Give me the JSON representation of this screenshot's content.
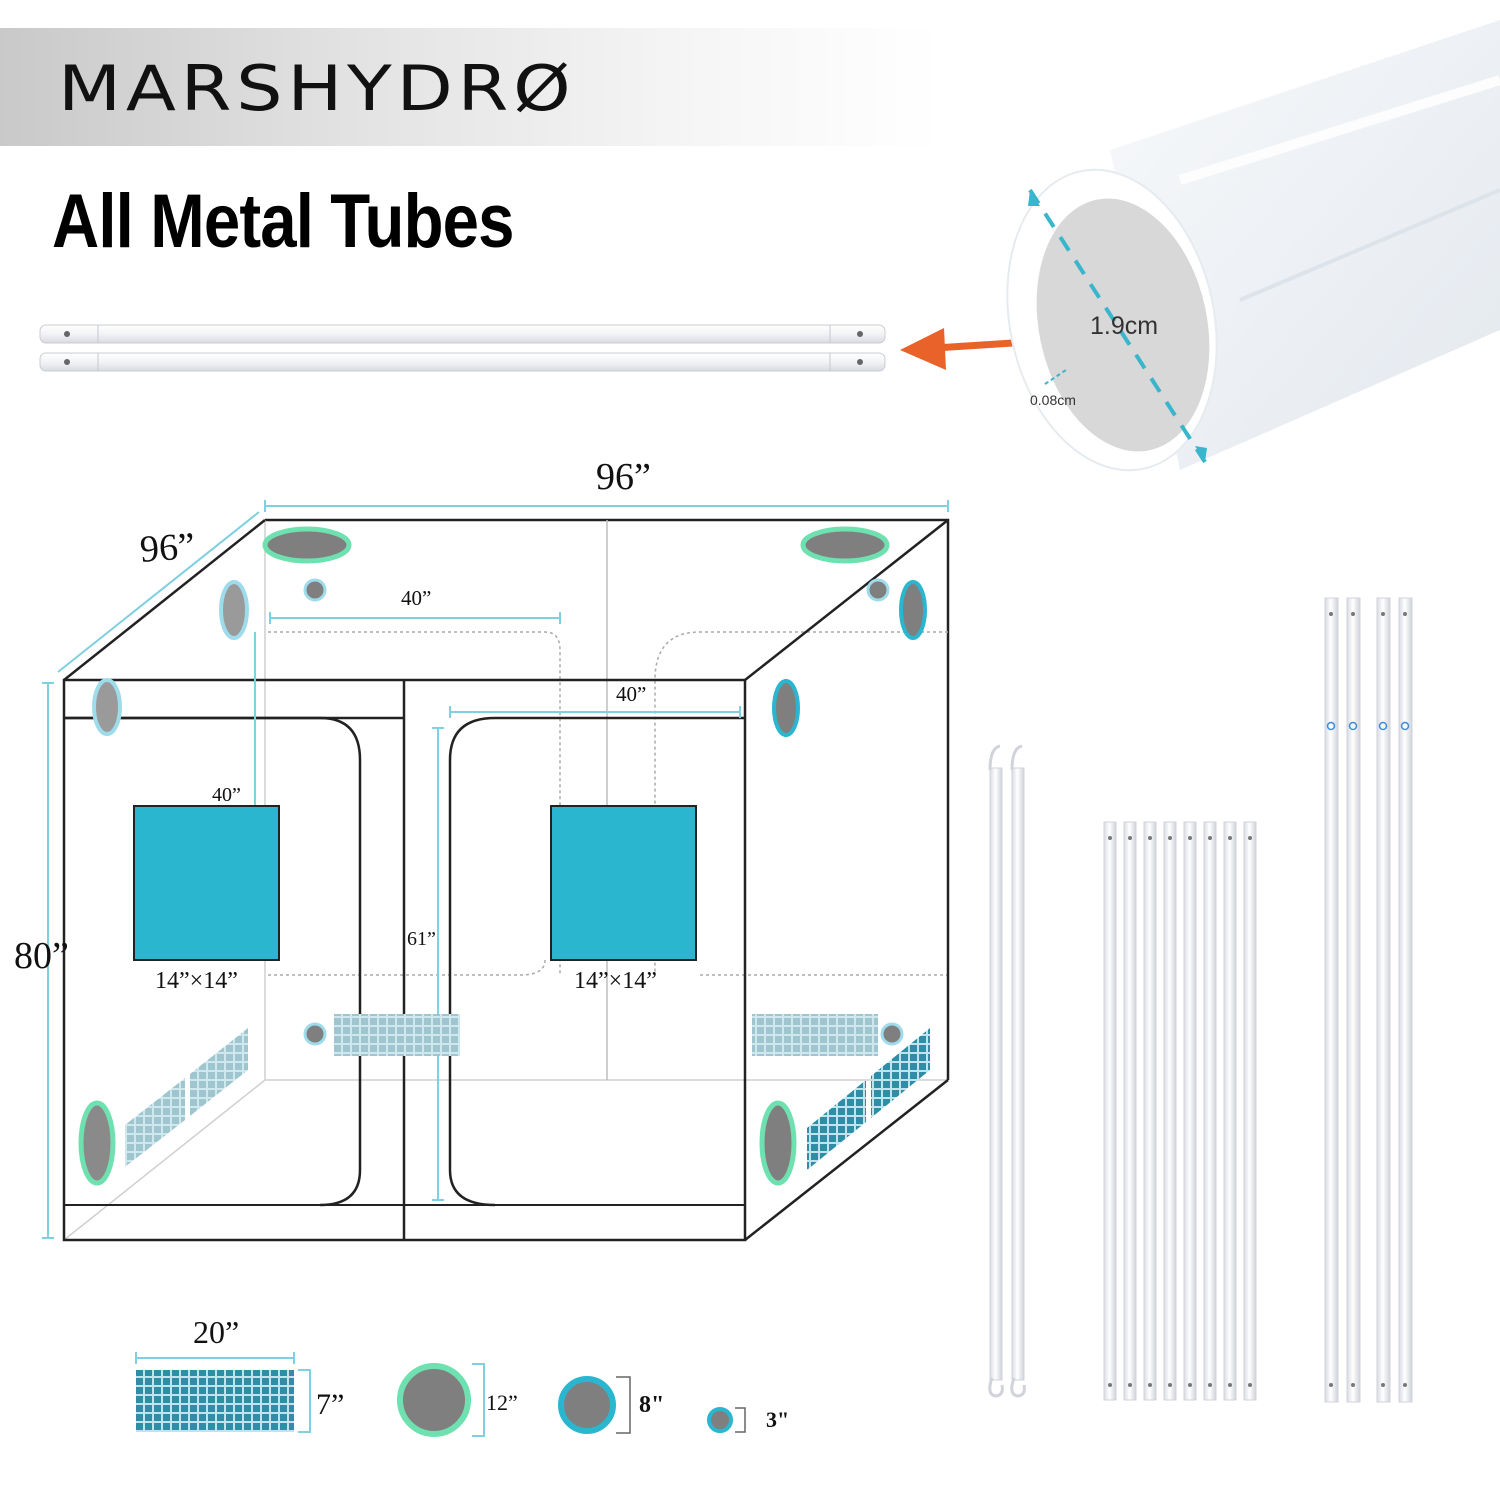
{
  "brand": {
    "name": "MARSHYDRØ"
  },
  "headline": "All Metal Tubes",
  "tube_callout": {
    "diameter": "1.9cm",
    "wall_thickness": "0.08cm"
  },
  "tent": {
    "width": "96”",
    "depth": "96”",
    "height": "80”",
    "top_span": "40”",
    "right_span": "40”",
    "left_offset": "40”",
    "door_height": "61”",
    "window_left": "14”×14”",
    "window_right": "14”×14”"
  },
  "legend": {
    "vent_width": "20”",
    "vent_height": "7”",
    "port_large": "12”",
    "port_medium": "8\"",
    "port_small": "3\""
  },
  "colors": {
    "accent_cyan": "#2bb6d0",
    "accent_green": "#6fe0b0",
    "arrow_orange": "#e8622a",
    "port_gray": "#7f7f7f",
    "outline": "#222222"
  },
  "icons": [
    "tube-pair-icon",
    "tube-cross-section-icon",
    "arrow-left-icon",
    "grow-tent-icon",
    "vent-mesh-icon",
    "duct-port-icon",
    "pole-set-icon"
  ]
}
